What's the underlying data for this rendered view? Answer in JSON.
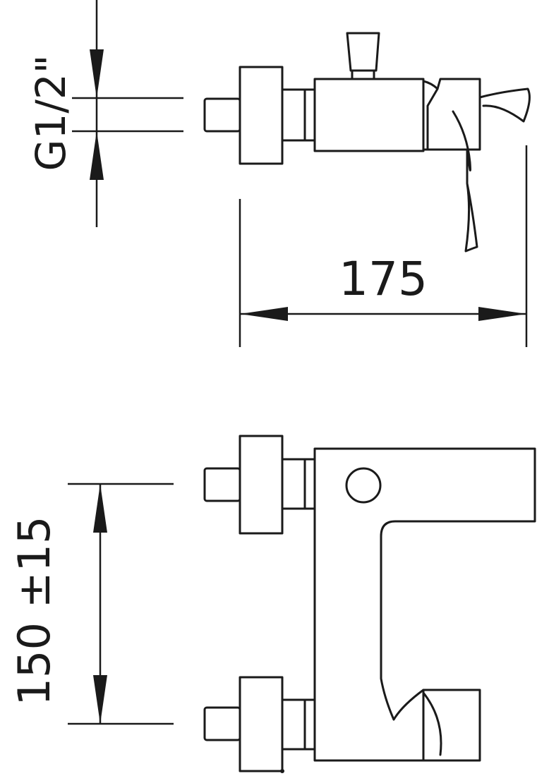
{
  "dimensions": {
    "thread_size": "G1/2\"",
    "overall_depth": "175",
    "inlet_spacing": "150 ±15"
  },
  "colors": {
    "line": "#1a1a1a",
    "background": "#ffffff"
  }
}
